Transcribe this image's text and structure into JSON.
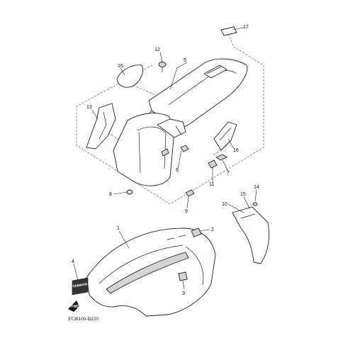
{
  "diagram": {
    "code": "5TJ8100-D220",
    "decal_text": "YAMAHA",
    "arrow_text": "FWD",
    "callouts": [
      {
        "id": "c1",
        "text": "1"
      },
      {
        "id": "c2",
        "text": "2"
      },
      {
        "id": "c3",
        "text": "3"
      },
      {
        "id": "c4",
        "text": "4"
      },
      {
        "id": "c5",
        "text": "5"
      },
      {
        "id": "c6",
        "text": "6"
      },
      {
        "id": "c7",
        "text": "7"
      },
      {
        "id": "c8",
        "text": "8"
      },
      {
        "id": "c9",
        "text": "9"
      },
      {
        "id": "c10",
        "text": "10"
      },
      {
        "id": "c11",
        "text": "11"
      },
      {
        "id": "c12",
        "text": "12"
      },
      {
        "id": "c13",
        "text": "13"
      },
      {
        "id": "c14",
        "text": "14"
      },
      {
        "id": "c15",
        "text": "15"
      },
      {
        "id": "c16a",
        "text": "16"
      },
      {
        "id": "c16b",
        "text": "16"
      },
      {
        "id": "c17",
        "text": "17"
      }
    ]
  }
}
